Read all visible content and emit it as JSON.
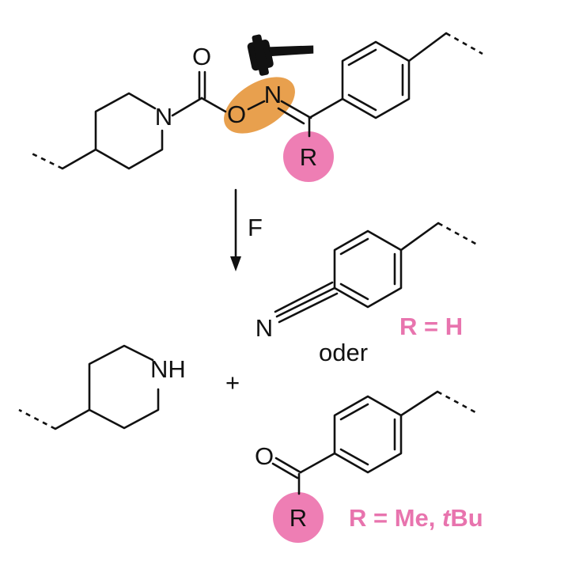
{
  "colors": {
    "highlight_orange": "#E8A04E",
    "highlight_pink": "#EE7EB4",
    "label_pink": "#E874AE",
    "ink": "#111111"
  },
  "icons": {
    "cleavage_marker": "gavel-icon"
  },
  "reactant": {
    "atoms": {
      "carbonyl_oxygen": "O",
      "piperidine_nitrogen": "N",
      "oxime_oxygen": "O",
      "oxime_nitrogen": "N",
      "substituent": "R"
    }
  },
  "arrow": {
    "label": "F"
  },
  "products": {
    "amine_label": "NH",
    "plus": "+",
    "nitrile_nitrogen": "N",
    "ketone_oxygen": "O",
    "ketone_substituent": "R",
    "or_word": "oder",
    "condition_h": "R = H",
    "condition_me_tbu_prefix": "R = Me, ",
    "condition_tbu_italic": "t",
    "condition_tbu_rest": "Bu"
  }
}
